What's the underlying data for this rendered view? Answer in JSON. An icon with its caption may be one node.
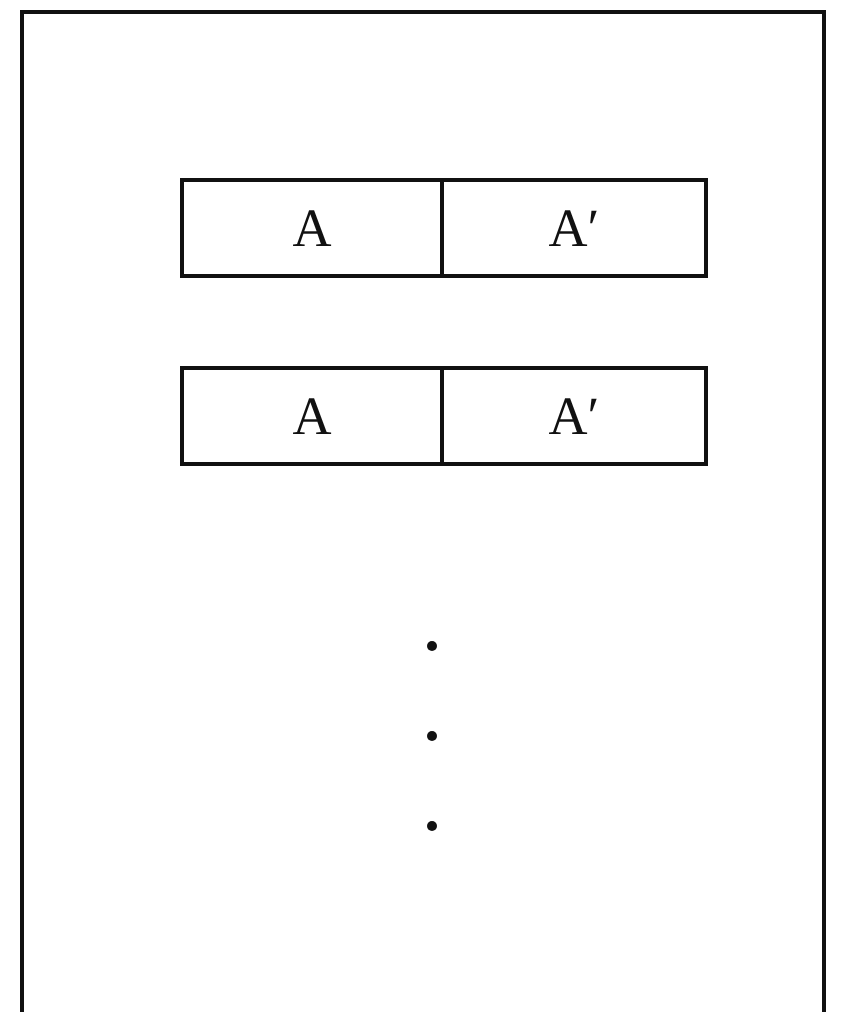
{
  "diagram": {
    "nodes": [
      {
        "text": [],
        "shape": "box"
      },
      {
        "text": [
          "A"
        ],
        "in": 0
      },
      {
        "text": [
          "A′"
        ],
        "in": 0
      },
      {
        "text": [
          "A"
        ],
        "in": 0
      },
      {
        "text": [
          "A′"
        ],
        "in": 0
      }
    ]
  }
}
